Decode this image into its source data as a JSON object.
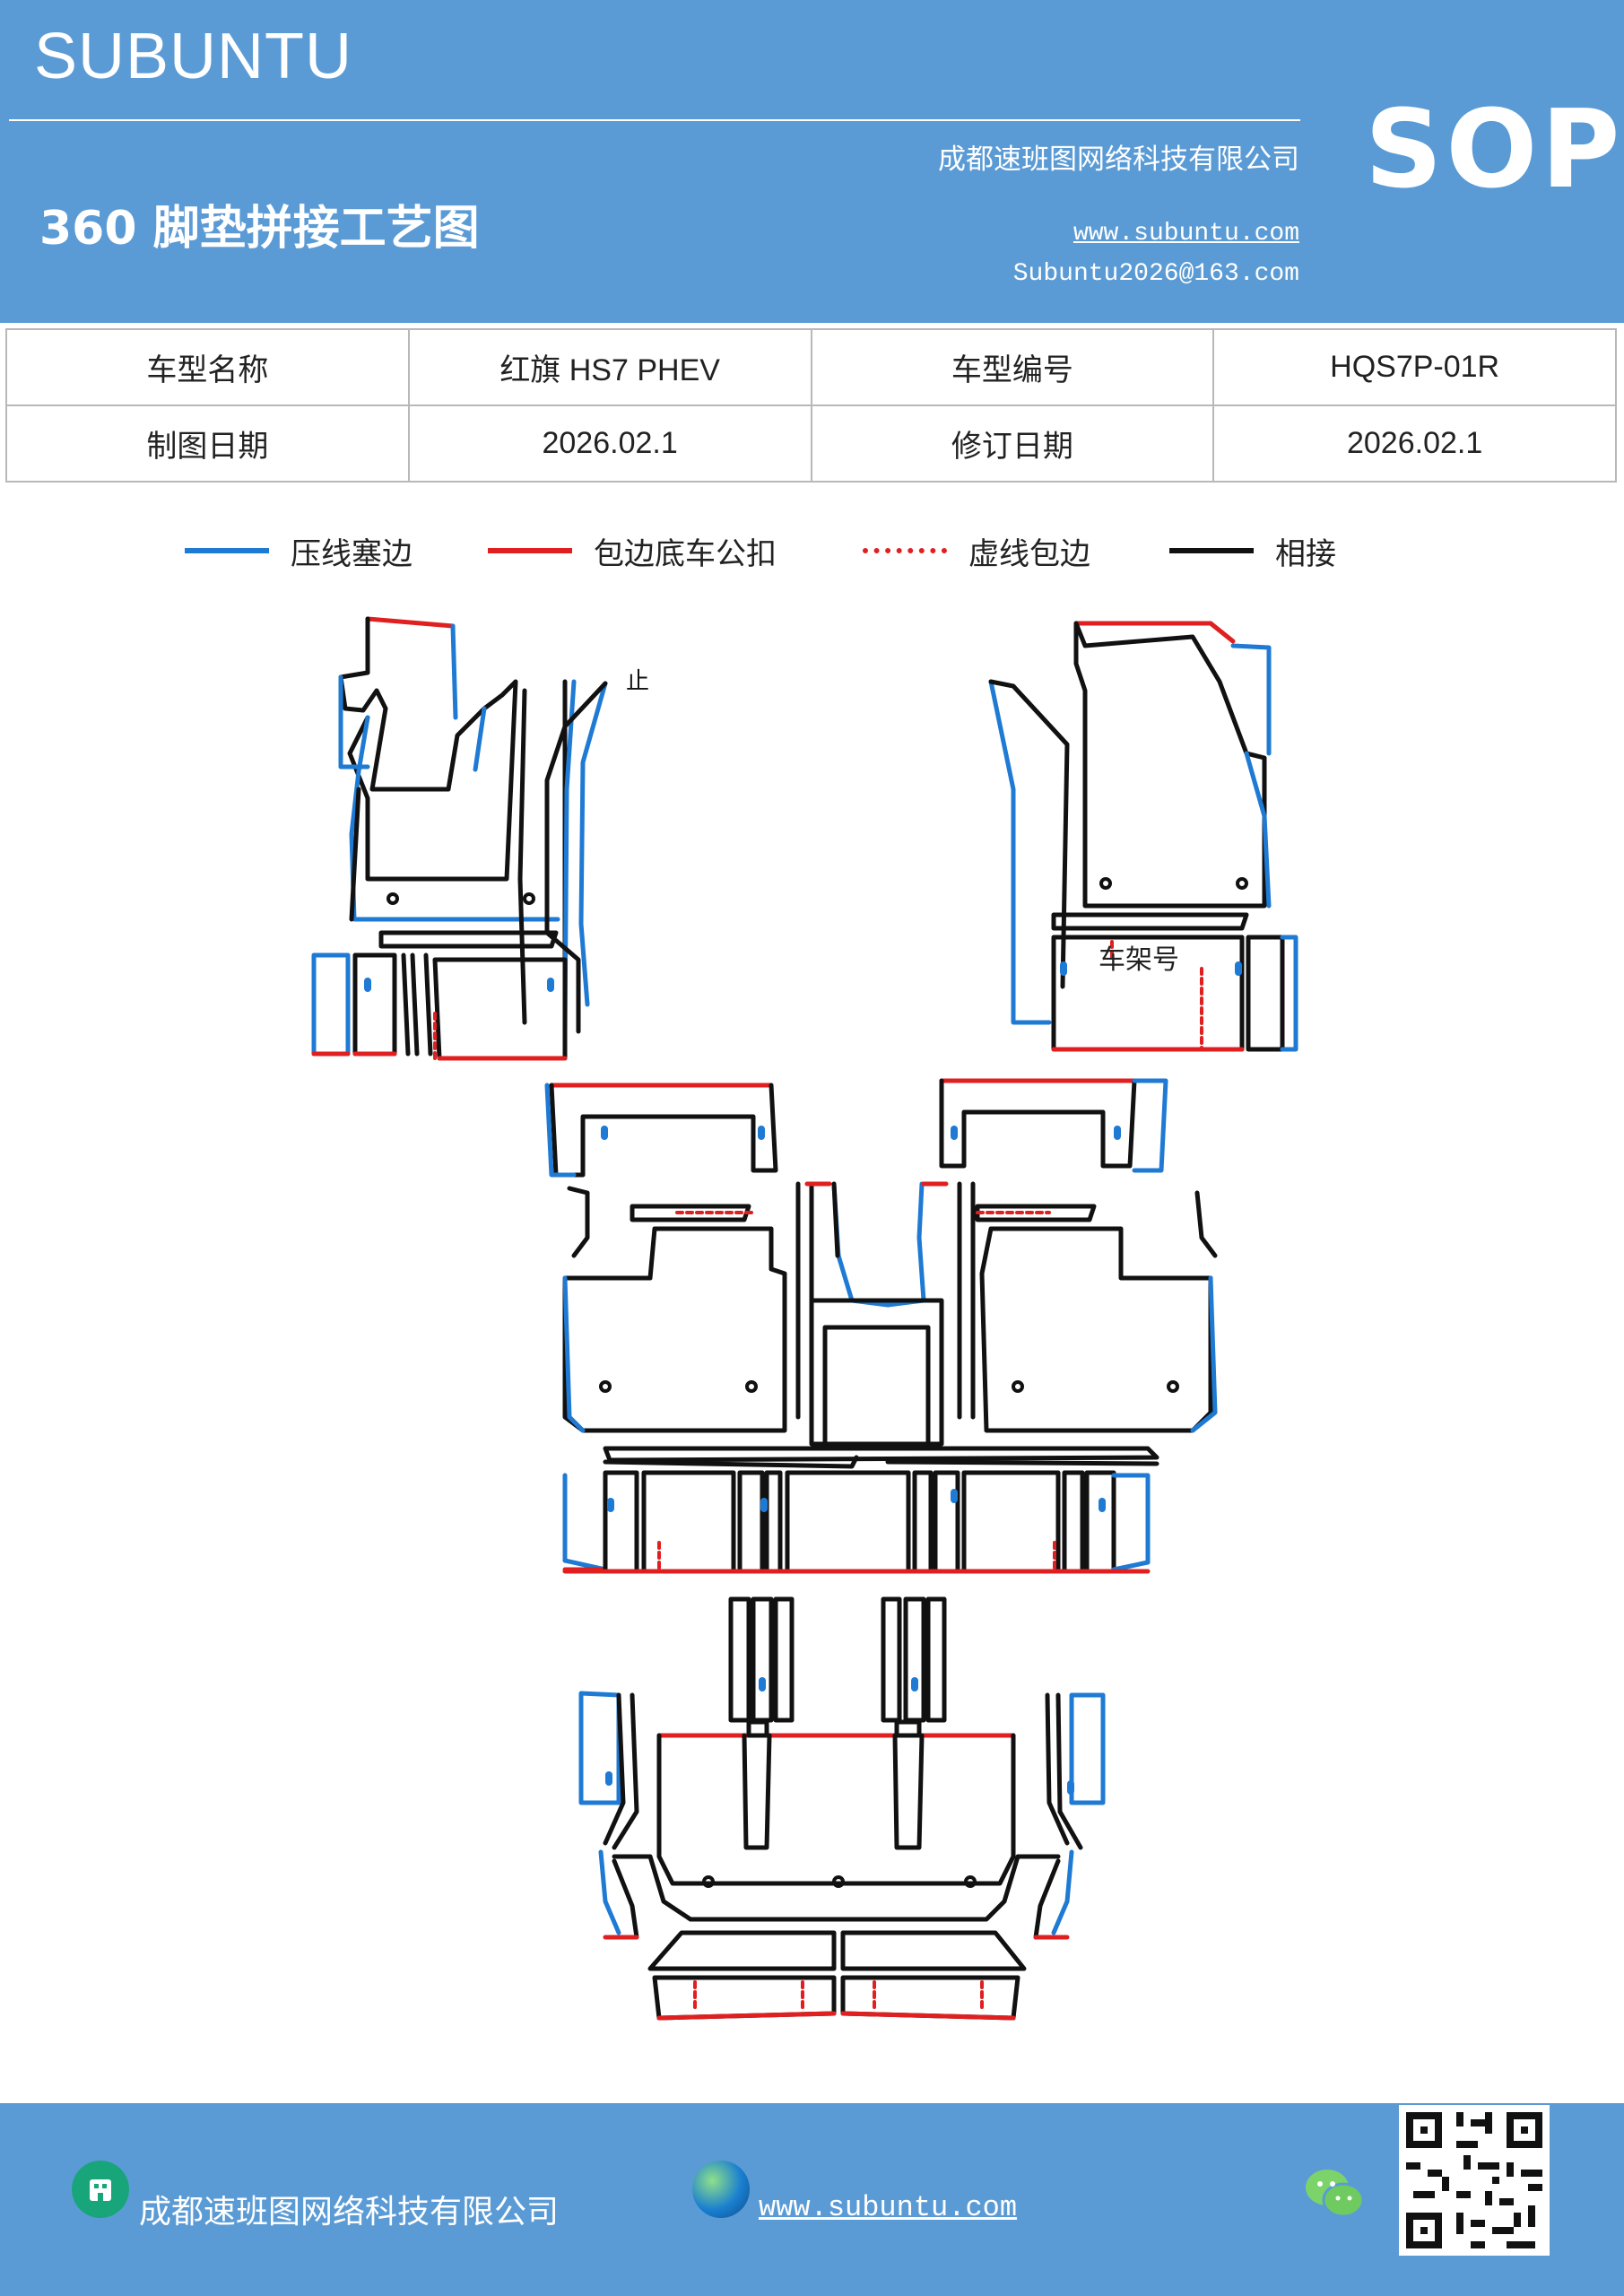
{
  "header": {
    "brand": "SUBUNTU",
    "title": "360 脚垫拼接工艺图",
    "company": "成都速班图网络科技有限公司",
    "website": "www.subuntu.com",
    "email": "Subuntu2026@163.com",
    "badge": "SOP"
  },
  "info_table": {
    "rows": [
      [
        "车型名称",
        "红旗 HS7  PHEV",
        "车型编号",
        "HQS7P-01R"
      ],
      [
        "制图日期",
        "2026.02.1",
        "修订日期",
        "2026.02.1"
      ]
    ]
  },
  "legend": [
    {
      "label": "压线塞边",
      "color": "#1f7ad4",
      "style": "solid"
    },
    {
      "label": "包边底车公扣",
      "color": "#e02020",
      "style": "solid"
    },
    {
      "label": "虚线包边",
      "color": "#e02020",
      "style": "dashed"
    },
    {
      "label": "相接",
      "color": "#111111",
      "style": "solid"
    }
  ],
  "diagram": {
    "vin_label": "车架号",
    "mark_glyph": "止"
  },
  "footer": {
    "company": "成都速班图网络科技有限公司",
    "website": "www.subuntu.com",
    "icons": [
      "building-icon",
      "globe-icon",
      "wechat-icon",
      "qr-code"
    ]
  }
}
